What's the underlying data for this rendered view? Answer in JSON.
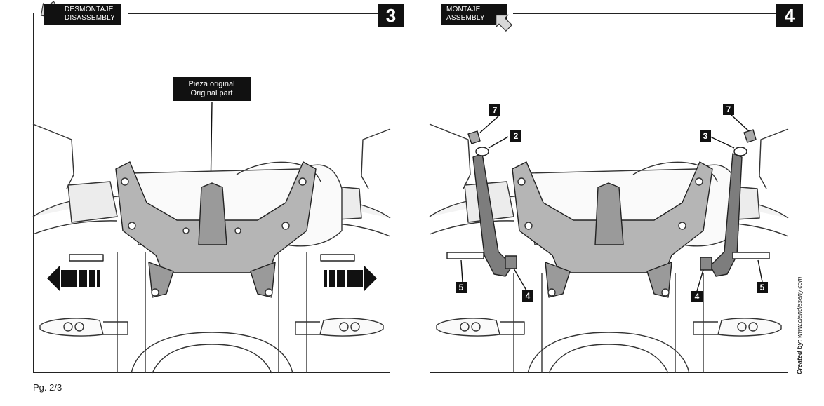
{
  "step3": {
    "number": "3",
    "tag_line1": "DESMONTAJE",
    "tag_line2": "DISASSEMBLY",
    "callout_line1": "Pieza original",
    "callout_line2": "Original part"
  },
  "step4": {
    "number": "4",
    "tag_line1": "MONTAJE",
    "tag_line2": "ASSEMBLY",
    "labels": {
      "l7": "7",
      "l2": "2",
      "r7": "7",
      "r3": "3",
      "l5": "5",
      "l4": "4",
      "r4": "4",
      "r5": "5"
    }
  },
  "footer": {
    "page": "Pg. 2/3",
    "credit_label": "Created by:",
    "credit_url": "www.ciandisseny.com"
  },
  "icons": [
    "arrow-out-icon",
    "arrow-in-icon"
  ]
}
